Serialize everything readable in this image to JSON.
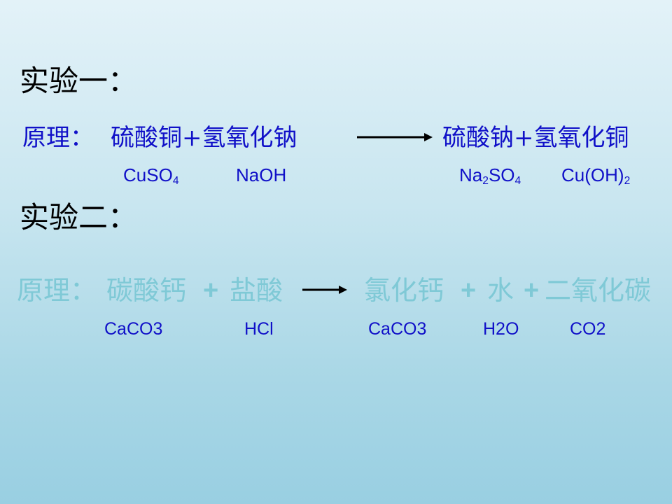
{
  "exp1": {
    "heading": "实验一：",
    "label": "原理：",
    "left": "硫酸铜+氢氧化钠",
    "right": "硫酸钠+氢氧化铜",
    "f_cuso4": "CuSO",
    "f_cuso4_sub": "4",
    "f_naoh": "NaOH",
    "f_na2so4_a": "Na",
    "f_na2so4_sub1": "2",
    "f_na2so4_b": "SO",
    "f_na2so4_sub2": "4",
    "f_cuoh2": "Cu(OH)",
    "f_cuoh2_sub": "2"
  },
  "exp2": {
    "heading": "实验二：",
    "label": "原理：",
    "r1": "碳酸钙",
    "plus": "+",
    "r2": "盐酸",
    "p1": "氯化钙",
    "p2": "水",
    "p3": "二氧化碳",
    "f_caco3": "CaCO3",
    "f_hcl": "HCl",
    "f_caco3_b": "CaCO3",
    "f_h2o": "H2O",
    "f_co2": "CO2"
  },
  "colors": {
    "exp1_text": "#1010c8",
    "exp2_text": "#7fc9d6",
    "heading": "#000000"
  }
}
